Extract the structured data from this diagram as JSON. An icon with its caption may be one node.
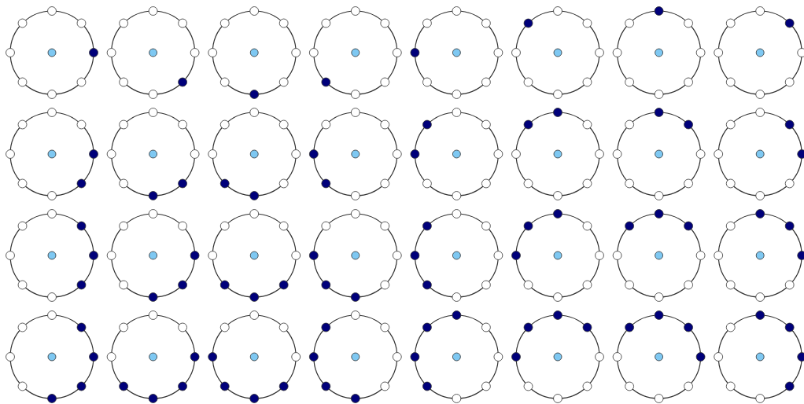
{
  "diagram": {
    "nodes": [
      {
        "text": [],
        "shape": "circle"
      },
      {
        "text": [],
        "shape": "circle",
        "in": 0
      },
      {
        "text": [],
        "shape": "dot"
      },
      {
        "text": [],
        "shape": "circle"
      },
      {
        "text": [],
        "shape": "circle"
      },
      {
        "text": [],
        "shape": "circle"
      },
      {
        "text": [],
        "shape": "circle"
      },
      {
        "text": [],
        "shape": "circle"
      },
      {
        "text": [],
        "shape": "circle"
      },
      {
        "text": [],
        "shape": "circle"
      },
      {
        "text": [],
        "shape": "circle"
      },
      {
        "text": [],
        "shape": "circle",
        "in": 10
      },
      {
        "text": [],
        "shape": "circle"
      },
      {
        "text": [],
        "shape": "dot"
      },
      {
        "text": [],
        "shape": "circle"
      },
      {
        "text": [],
        "shape": "circle"
      },
      {
        "text": [],
        "shape": "circle"
      },
      {
        "text": [],
        "shape": "circle"
      },
      {
        "text": [],
        "shape": "circle"
      },
      {
        "text": [],
        "shape": "circle"
      },
      {
        "text": [],
        "shape": "circle"
      },
      {
        "text": [],
        "shape": "circle",
        "in": 20
      },
      {
        "text": [],
        "shape": "circle"
      },
      {
        "text": [],
        "shape": "circle"
      },
      {
        "text": [],
        "shape": "dot"
      },
      {
        "text": [],
        "shape": "circle"
      },
      {
        "text": [],
        "shape": "circle"
      },
      {
        "text": [],
        "shape": "circle"
      },
      {
        "text": [],
        "shape": "circle"
      },
      {
        "text": [],
        "shape": "circle"
      },
      {
        "text": [],
        "shape": "circle"
      },
      {
        "text": [],
        "shape": "circle",
        "in": 30
      },
      {
        "text": [],
        "shape": "circle"
      },
      {
        "text": [],
        "shape": "circle"
      },
      {
        "text": [],
        "shape": "circle"
      },
      {
        "text": [],
        "shape": "dot"
      },
      {
        "text": [],
        "shape": "circle"
      },
      {
        "text": [],
        "shape": "circle"
      },
      {
        "text": [],
        "shape": "circle"
      },
      {
        "text": [],
        "shape": "circle"
      },
      {
        "text": [],
        "shape": "circle"
      },
      {
        "text": [],
        "shape": "circle",
        "in": 40
      },
      {
        "text": [],
        "shape": "circle"
      },
      {
        "text": [],
        "shape": "circle"
      },
      {
        "text": [],
        "shape": "circle"
      },
      {
        "text": [],
        "shape": "circle"
      },
      {
        "text": [],
        "shape": "dot"
      },
      {
        "text": [],
        "shape": "circle"
      },
      {
        "text": [],
        "shape": "circle"
      },
      {
        "text": [],
        "shape": "circle"
      },
      {
        "text": [],
        "shape": "circle"
      },
      {
        "text": [],
        "shape": "circle",
        "in": 50
      },
      {
        "text": [],
        "shape": "circle"
      },
      {
        "text": [],
        "shape": "circle"
      },
      {
        "text": [],
        "shape": "circle"
      },
      {
        "text": [],
        "shape": "circle"
      },
      {
        "text": [],
        "shape": "circle"
      },
      {
        "text": [],
        "shape": "dot"
      },
      {
        "text": [],
        "shape": "circle"
      },
      {
        "text": [],
        "shape": "circle"
      },
      {
        "text": [],
        "shape": "circle"
      },
      {
        "text": [],
        "shape": "circle",
        "in": 60
      },
      {
        "text": [],
        "shape": "circle"
      },
      {
        "text": [],
        "shape": "circle"
      },
      {
        "text": [],
        "shape": "circle"
      },
      {
        "text": [],
        "shape": "circle"
      },
      {
        "text": [],
        "shape": "circle"
      },
      {
        "text": [],
        "shape": "circle"
      },
      {
        "text": [],
        "shape": "dot"
      },
      {
        "text": [],
        "shape": "circle"
      },
      {
        "text": [],
        "shape": "circle"
      },
      {
        "text": [],
        "shape": "circle",
        "in": 70
      },
      {
        "text": [],
        "shape": "circle"
      },
      {
        "text": [],
        "shape": "circle"
      },
      {
        "text": [],
        "shape": "circle"
      },
      {
        "text": [],
        "shape": "circle"
      },
      {
        "text": [],
        "shape": "circle"
      },
      {
        "text": [],
        "shape": "circle"
      },
      {
        "text": [],
        "shape": "circle"
      },
      {
        "text": [],
        "shape": "dot"
      },
      {
        "text": [],
        "shape": "circle"
      },
      {
        "text": [],
        "shape": "circle",
        "in": 80
      },
      {
        "text": [],
        "shape": "dot"
      },
      {
        "text": [],
        "shape": "dot"
      },
      {
        "text": [],
        "shape": "circle"
      },
      {
        "text": [],
        "shape": "circle"
      },
      {
        "text": [],
        "shape": "circle"
      },
      {
        "text": [],
        "shape": "circle"
      },
      {
        "text": [],
        "shape": "circle"
      },
      {
        "text": [],
        "shape": "circle"
      },
      {
        "text": [],
        "shape": "circle"
      },
      {
        "text": [],
        "shape": "circle",
        "in": 90
      },
      {
        "text": [],
        "shape": "circle"
      },
      {
        "text": [],
        "shape": "dot"
      },
      {
        "text": [],
        "shape": "dot"
      },
      {
        "text": [],
        "shape": "circle"
      },
      {
        "text": [],
        "shape": "circle"
      },
      {
        "text": [],
        "shape": "circle"
      },
      {
        "text": [],
        "shape": "circle"
      },
      {
        "text": [],
        "shape": "circle"
      },
      {
        "text": [],
        "shape": "circle"
      },
      {
        "text": [],
        "shape": "circle",
        "in": 100
      },
      {
        "text": [],
        "shape": "circle"
      },
      {
        "text": [],
        "shape": "circle"
      },
      {
        "text": [],
        "shape": "dot"
      },
      {
        "text": [],
        "shape": "dot"
      },
      {
        "text": [],
        "shape": "circle"
      },
      {
        "text": [],
        "shape": "circle"
      },
      {
        "text": [],
        "shape": "circle"
      },
      {
        "text": [],
        "shape": "circle"
      },
      {
        "text": [],
        "shape": "circle"
      },
      {
        "text": [],
        "shape": "circle",
        "in": 110
      },
      {
        "text": [],
        "shape": "circle"
      },
      {
        "text": [],
        "shape": "circle"
      },
      {
        "text": [],
        "shape": "circle"
      },
      {
        "text": [],
        "shape": "dot"
      },
      {
        "text": [],
        "shape": "dot"
      },
      {
        "text": [],
        "shape": "circle"
      },
      {
        "text": [],
        "shape": "circle"
      },
      {
        "text": [],
        "shape": "circle"
      },
      {
        "text": [],
        "shape": "circle"
      },
      {
        "text": [],
        "shape": "circle",
        "in": 120
      },
      {
        "text": [],
        "shape": "circle"
      },
      {
        "text": [],
        "shape": "circle"
      },
      {
        "text": [],
        "shape": "circle"
      },
      {
        "text": [],
        "shape": "circle"
      },
      {
        "text": [],
        "shape": "dot"
      },
      {
        "text": [],
        "shape": "dot"
      },
      {
        "text": [],
        "shape": "circle"
      },
      {
        "text": [],
        "shape": "circle"
      },
      {
        "text": [],
        "shape": "circle"
      },
      {
        "text": [],
        "shape": "circle",
        "in": 130
      },
      {
        "text": [],
        "shape": "circle"
      },
      {
        "text": [],
        "shape": "circle"
      },
      {
        "text": [],
        "shape": "circle"
      },
      {
        "text": [],
        "shape": "circle"
      },
      {
        "text": [],
        "shape": "circle"
      },
      {
        "text": [],
        "shape": "dot"
      },
      {
        "text": [],
        "shape": "dot"
      },
      {
        "text": [],
        "shape": "circle"
      },
      {
        "text": [],
        "shape": "circle"
      },
      {
        "text": [],
        "shape": "circle",
        "in": 140
      },
      {
        "text": [],
        "shape": "circle"
      },
      {
        "text": [],
        "shape": "circle"
      },
      {
        "text": [],
        "shape": "circle"
      },
      {
        "text": [],
        "shape": "circle"
      },
      {
        "text": [],
        "shape": "circle"
      },
      {
        "text": [],
        "shape": "circle"
      },
      {
        "text": [],
        "shape": "dot"
      },
      {
        "text": [],
        "shape": "dot"
      },
      {
        "text": [],
        "shape": "circle"
      },
      {
        "text": [],
        "shape": "circle",
        "in": 150
      },
      {
        "text": [],
        "shape": "dot"
      },
      {
        "text": [],
        "shape": "circle"
      },
      {
        "text": [],
        "shape": "circle"
      },
      {
        "text": [],
        "shape": "circle"
      },
      {
        "text": [],
        "shape": "circle"
      },
      {
        "text": [],
        "shape": "circle"
      },
      {
        "text": [],
        "shape": "circle"
      },
      {
        "text": [],
        "shape": "dot"
      },
      {
        "text": [],
        "shape": "circle"
      },
      {
        "text": [],
        "shape": "circle",
        "in": 160
      },
      {
        "text": [],
        "shape": "dot"
      },
      {
        "text": [],
        "shape": "dot"
      },
      {
        "text": [],
        "shape": "circle"
      },
      {
        "text": [],
        "shape": "circle"
      },
      {
        "text": [],
        "shape": "circle"
      },
      {
        "text": [],
        "shape": "circle"
      },
      {
        "text": [],
        "shape": "circle"
      },
      {
        "text": [],
        "shape": "dot"
      },
      {
        "text": [],
        "shape": "circle"
      },
      {
        "text": [],
        "shape": "circle",
        "in": 170
      },
      {
        "text": [],
        "shape": "dot"
      },
      {
        "text": [],
        "shape": "dot"
      },
      {
        "text": [],
        "shape": "dot"
      },
      {
        "text": [],
        "shape": "circle"
      },
      {
        "text": [],
        "shape": "circle"
      },
      {
        "text": [],
        "shape": "circle"
      },
      {
        "text": [],
        "shape": "circle"
      },
      {
        "text": [],
        "shape": "circle"
      },
      {
        "text": [],
        "shape": "circle"
      },
      {
        "text": [],
        "shape": "circle",
        "in": 180
      },
      {
        "text": [],
        "shape": "circle"
      },
      {
        "text": [],
        "shape": "dot"
      },
      {
        "text": [],
        "shape": "dot"
      },
      {
        "text": [],
        "shape": "dot"
      },
      {
        "text": [],
        "shape": "circle"
      },
      {
        "text": [],
        "shape": "circle"
      },
      {
        "text": [],
        "shape": "circle"
      },
      {
        "text": [],
        "shape": "circle"
      },
      {
        "text": [],
        "shape": "circle"
      },
      {
        "text": [],
        "shape": "circle",
        "in": 190
      },
      {
        "text": [],
        "shape": "circle"
      },
      {
        "text": [],
        "shape": "circle"
      },
      {
        "text": [],
        "shape": "dot"
      },
      {
        "text": [],
        "shape": "dot"
      },
      {
        "text": [],
        "shape": "dot"
      },
      {
        "text": [],
        "shape": "circle"
      },
      {
        "text": [],
        "shape": "circle"
      },
      {
        "text": [],
        "shape": "circle"
      },
      {
        "text": [],
        "shape": "circle"
      },
      {
        "text": [],
        "shape": "circle",
        "in": 200
      },
      {
        "text": [],
        "shape": "circle"
      },
      {
        "text": [],
        "shape": "circle"
      },
      {
        "text": [],
        "shape": "circle"
      },
      {
        "text": [],
        "shape": "dot"
      },
      {
        "text": [],
        "shape": "dot"
      },
      {
        "text": [],
        "shape": "dot"
      },
      {
        "text": [],
        "shape": "circle"
      },
      {
        "text": [],
        "shape": "circle"
      },
      {
        "text": [],
        "shape": "circle"
      },
      {
        "text": [],
        "shape": "circle",
        "in": 210
      },
      {
        "text": [],
        "shape": "circle"
      },
      {
        "text": [],
        "shape": "circle"
      },
      {
        "text": [],
        "shape": "circle"
      },
      {
        "text": [],
        "shape": "circle"
      },
      {
        "text": [],
        "shape": "dot"
      },
      {
        "text": [],
        "shape": "dot"
      },
      {
        "text": [],
        "shape": "dot"
      },
      {
        "text": [],
        "shape": "circle"
      },
      {
        "text": [],
        "shape": "circle"
      },
      {
        "text": [],
        "shape": "circle",
        "in": 220
      },
      {
        "text": [],
        "shape": "circle"
      },
      {
        "text": [],
        "shape": "circle"
      },
      {
        "text": [],
        "shape": "circle"
      },
      {
        "text": [],
        "shape": "circle"
      },
      {
        "text": [],
        "shape": "circle"
      },
      {
        "text": [],
        "shape": "dot"
      },
      {
        "text": [],
        "shape": "dot"
      },
      {
        "text": [],
        "shape": "dot"
      },
      {
        "text": [],
        "shape": "circle"
      },
      {
        "text": [],
        "shape": "circle",
        "in": 230
      },
      {
        "text": [],
        "shape": "dot"
      },
      {
        "text": [],
        "shape": "circle"
      },
      {
        "text": [],
        "shape": "circle"
      },
      {
        "text": [],
        "shape": "circle"
      },
      {
        "text": [],
        "shape": "circle"
      },
      {
        "text": [],
        "shape": "circle"
      },
      {
        "text": [],
        "shape": "dot"
      },
      {
        "text": [],
        "shape": "dot"
      },
      {
        "text": [],
        "shape": "circle"
      },
      {
        "text": [],
        "shape": "circle",
        "in": 240
      },
      {
        "text": [],
        "shape": "dot"
      },
      {
        "text": [],
        "shape": "dot"
      },
      {
        "text": [],
        "shape": "dot"
      },
      {
        "text": [],
        "shape": "circle"
      },
      {
        "text": [],
        "shape": "circle"
      },
      {
        "text": [],
        "shape": "circle"
      },
      {
        "text": [],
        "shape": "circle"
      },
      {
        "text": [],
        "shape": "dot"
      },
      {
        "text": [],
        "shape": "circle"
      },
      {
        "text": [],
        "shape": "circle",
        "in": 250
      },
      {
        "text": [],
        "shape": "dot"
      },
      {
        "text": [],
        "shape": "dot"
      },
      {
        "text": [],
        "shape": "dot"
      },
      {
        "text": [],
        "shape": "dot"
      },
      {
        "text": [],
        "shape": "circle"
      },
      {
        "text": [],
        "shape": "circle"
      },
      {
        "text": [],
        "shape": "circle"
      },
      {
        "text": [],
        "shape": "circle"
      },
      {
        "text": [],
        "shape": "circle"
      },
      {
        "text": [],
        "shape": "circle",
        "in": 260
      },
      {
        "text": [],
        "shape": "circle"
      },
      {
        "text": [],
        "shape": "dot"
      },
      {
        "text": [],
        "shape": "dot"
      },
      {
        "text": [],
        "shape": "dot"
      },
      {
        "text": [],
        "shape": "dot"
      },
      {
        "text": [],
        "shape": "circle"
      },
      {
        "text": [],
        "shape": "circle"
      },
      {
        "text": [],
        "shape": "circle"
      },
      {
        "text": [],
        "shape": "circle"
      },
      {
        "text": [],
        "shape": "circle",
        "in": 270
      },
      {
        "text": [],
        "shape": "circle"
      },
      {
        "text": [],
        "shape": "circle"
      },
      {
        "text": [],
        "shape": "dot"
      },
      {
        "text": [],
        "shape": "dot"
      },
      {
        "text": [],
        "shape": "dot"
      },
      {
        "text": [],
        "shape": "dot"
      },
      {
        "text": [],
        "shape": "circle"
      },
      {
        "text": [],
        "shape": "circle"
      },
      {
        "text": [],
        "shape": "circle"
      },
      {
        "text": [],
        "shape": "circle",
        "in": 280
      },
      {
        "text": [],
        "shape": "circle"
      },
      {
        "text": [],
        "shape": "circle"
      },
      {
        "text": [],
        "shape": "circle"
      },
      {
        "text": [],
        "shape": "dot"
      },
      {
        "text": [],
        "shape": "dot"
      },
      {
        "text": [],
        "shape": "dot"
      },
      {
        "text": [],
        "shape": "dot"
      },
      {
        "text": [],
        "shape": "circle"
      },
      {
        "text": [],
        "shape": "circle"
      },
      {
        "text": [],
        "shape": "circle",
        "in": 290
      },
      {
        "text": [],
        "shape": "circle"
      },
      {
        "text": [],
        "shape": "circle"
      },
      {
        "text": [],
        "shape": "circle"
      },
      {
        "text": [],
        "shape": "circle"
      },
      {
        "text": [],
        "shape": "dot"
      },
      {
        "text": [],
        "shape": "dot"
      },
      {
        "text": [],
        "shape": "dot"
      },
      {
        "text": [],
        "shape": "dot"
      },
      {
        "text": [],
        "shape": "circle"
      },
      {
        "text": [],
        "shape": "circle",
        "in": 300
      },
      {
        "text": [],
        "shape": "dot"
      },
      {
        "text": [],
        "shape": "circle"
      },
      {
        "text": [],
        "shape": "circle"
      },
      {
        "text": [],
        "shape": "circle"
      },
      {
        "text": [],
        "shape": "circle"
      },
      {
        "text": [],
        "shape": "dot"
      },
      {
        "text": [],
        "shape": "dot"
      },
      {
        "text": [],
        "shape": "dot"
      },
      {
        "text": [],
        "shape": "circle"
      },
      {
        "text": [],
        "shape": "circle",
        "in": 310
      },
      {
        "text": [],
        "shape": "dot"
      },
      {
        "text": [],
        "shape": "dot"
      },
      {
        "text": [],
        "shape": "circle"
      },
      {
        "text": [],
        "shape": "circle"
      },
      {
        "text": [],
        "shape": "circle"
      },
      {
        "text": [],
        "shape": "circle"
      },
      {
        "text": [],
        "shape": "dot"
      },
      {
        "text": [],
        "shape": "dot"
      }
    ]
  }
}
